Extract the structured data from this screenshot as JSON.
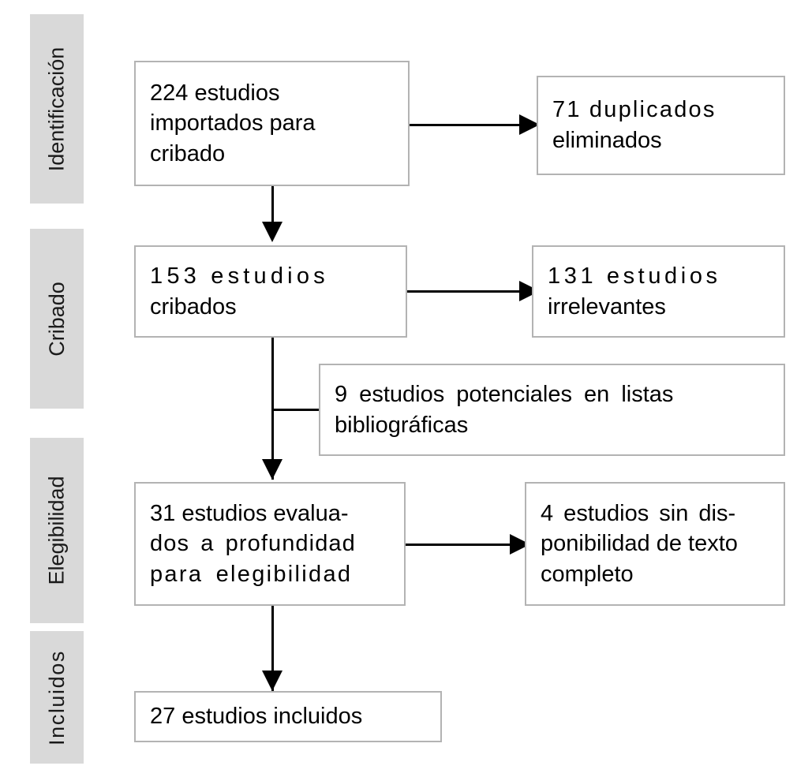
{
  "diagram": {
    "title": "PRISMA flow diagram",
    "language": "es",
    "background_color": "#ffffff",
    "box_border_color": "#b3b3b3",
    "band_color": "#d9d9d9",
    "connector_color": "#000000"
  },
  "stages": [
    {
      "id": "identificacion",
      "label": "Identificación"
    },
    {
      "id": "cribado",
      "label": "Cribado"
    },
    {
      "id": "elegibilidad",
      "label": "Elegibilidad"
    },
    {
      "id": "incluidos",
      "label": "Incluidos"
    }
  ],
  "nodes": {
    "imported": {
      "count": 224,
      "lines": [
        "224 estudios",
        "importados para",
        "cribado"
      ],
      "full_text": "224 estudios importados para cribado"
    },
    "duplicates_removed": {
      "count": 71,
      "lines": [
        "71  duplicados",
        "eliminados"
      ],
      "full_text": "71 duplicados eliminados"
    },
    "screened": {
      "count": 153,
      "lines": [
        "153  estudios",
        "cribados"
      ],
      "full_text": "153 estudios cribados"
    },
    "irrelevant": {
      "count": 131,
      "lines": [
        "131  estudios",
        "irrelevantes"
      ],
      "full_text": "131 estudios irrelevantes"
    },
    "reference_lists": {
      "count": 9,
      "lines": [
        "9 estudios potenciales en listas",
        "bibliográficas"
      ],
      "full_text": "9 estudios potenciales en listas bibliográficas"
    },
    "assessed": {
      "count": 31,
      "lines": [
        "31 estudios evalua-",
        "dos a profundidad",
        "para elegibilidad"
      ],
      "full_text": "31 estudios evaluados a profundidad para elegibilidad"
    },
    "no_fulltext": {
      "count": 4,
      "lines": [
        "4 estudios sin dis-",
        "ponibilidad de texto",
        "completo"
      ],
      "full_text": "4 estudios sin disponibilidad de texto completo"
    },
    "included": {
      "count": 27,
      "lines": [
        "27 estudios incluidos"
      ],
      "full_text": "27 estudios incluidos"
    }
  },
  "chart_data": {
    "type": "diagram",
    "title": "PRISMA flow diagram (Spanish)",
    "flow": [
      {
        "from": "imported",
        "to": "duplicates_removed",
        "direction": "right",
        "arrow": true
      },
      {
        "from": "imported",
        "to": "screened",
        "direction": "down",
        "arrow": true
      },
      {
        "from": "screened",
        "to": "irrelevant",
        "direction": "right",
        "arrow": true
      },
      {
        "from": "screened",
        "to": "assessed",
        "direction": "down",
        "arrow": true
      },
      {
        "from": "reference_lists",
        "to": "assessed",
        "direction": "join",
        "arrow": false
      },
      {
        "from": "assessed",
        "to": "no_fulltext",
        "direction": "right",
        "arrow": true
      },
      {
        "from": "assessed",
        "to": "included",
        "direction": "down",
        "arrow": true
      }
    ],
    "stage_membership": {
      "identificacion": [
        "imported",
        "duplicates_removed"
      ],
      "cribado": [
        "screened",
        "irrelevant",
        "reference_lists"
      ],
      "elegibilidad": [
        "assessed",
        "no_fulltext"
      ],
      "incluidos": [
        "included"
      ]
    },
    "counts": {
      "imported": 224,
      "duplicates_removed": 71,
      "screened": 153,
      "irrelevant": 131,
      "reference_lists": 9,
      "assessed": 31,
      "no_fulltext": 4,
      "included": 27
    }
  }
}
